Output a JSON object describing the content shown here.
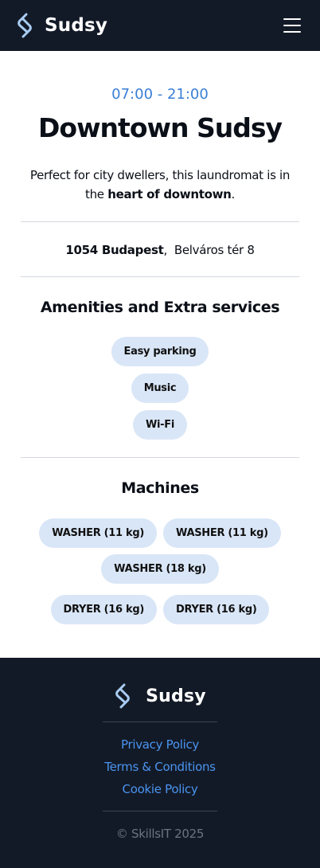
{
  "header": {
    "brand_name": "Sudsy",
    "logo_icon": "sudsy-logo-icon",
    "menu_icon": "hamburger-menu-icon"
  },
  "laundromat": {
    "hours": "07:00 - 21:00",
    "name": "Downtown Sudsy",
    "description_prefix": "Perfect for city dwellers, this laundromat is in the ",
    "description_bold": "heart of downtown",
    "description_suffix": ".",
    "address_city": "1054 Budapest",
    "address_separator": ",",
    "address_street": "Belváros tér 8"
  },
  "amenities": {
    "title": "Amenities and Extra services",
    "items": [
      "Easy parking",
      "Music",
      "Wi-Fi"
    ]
  },
  "machines": {
    "title": "Machines",
    "washers": [
      "WASHER (11 kg)",
      "WASHER (11 kg)",
      "WASHER (18 kg)"
    ],
    "dryers": [
      "DRYER (16 kg)",
      "DRYER (16 kg)"
    ]
  },
  "footer": {
    "brand_name": "Sudsy",
    "links": [
      "Privacy Policy",
      "Terms & Conditions",
      "Cookie Policy"
    ],
    "copyright": "© SkillsIT 2025"
  },
  "colors": {
    "header_bg": "#131a27",
    "accent": "#3a7fd5",
    "link": "#4a94f0",
    "chip_bg": "#d9e6f7",
    "logo_stroke": "#a9ccf3"
  }
}
